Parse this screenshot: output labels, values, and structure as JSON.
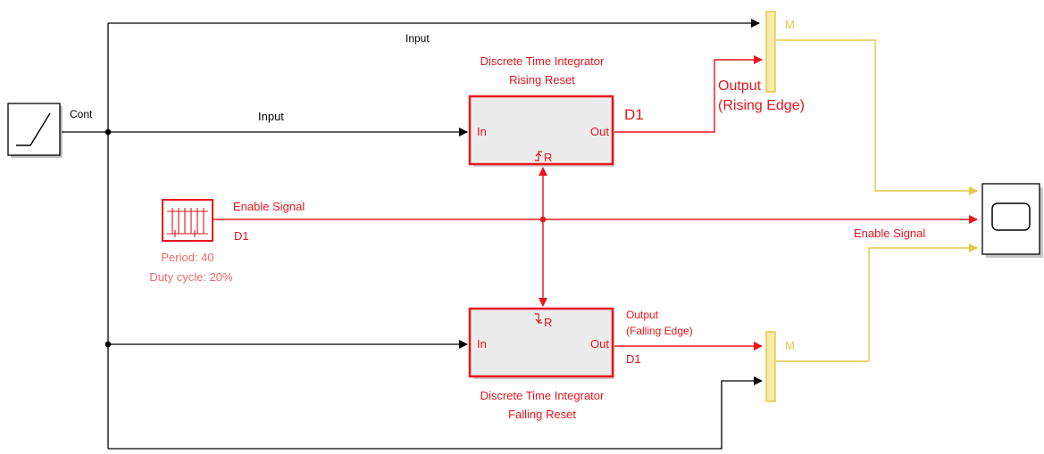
{
  "colors": {
    "signal_black": "#000000",
    "signal_red": "#e8151b",
    "signal_yellow": "#e6c84a",
    "text_salmon": "#f06b6b",
    "block_fill": "#ececec"
  },
  "blocks": {
    "ramp": {
      "label": "Cont",
      "icon": "ramp-icon"
    },
    "pulse": {
      "sample_time": "D1",
      "period": "Period: 40",
      "duty_cycle": "Duty cycle: 20%",
      "icon": "pulse-train-icon"
    },
    "integrator_rising": {
      "title_line1": "Discrete Time Integrator",
      "title_line2": "Rising Reset",
      "port_in": "In",
      "port_out": "Out",
      "reset_port": "R",
      "sample_time": "D1"
    },
    "integrator_falling": {
      "title_line1": "Discrete Time Integrator",
      "title_line2": "Falling Reset",
      "port_in": "In",
      "port_out": "Out",
      "reset_port": "R"
    },
    "mux_top": {
      "label": "M"
    },
    "mux_bottom": {
      "label": "M"
    },
    "scope": {
      "icon": "scope-icon"
    }
  },
  "signals": {
    "input_top": "Input",
    "input_mid": "Input",
    "enable_left": "Enable Signal",
    "enable_right": "Enable Signal",
    "output_rising_line1": "Output",
    "output_rising_line2": "(Rising Edge)",
    "output_falling_line1": "Output",
    "output_falling_line2": "(Falling Edge)",
    "output_falling_rate": "D1"
  }
}
